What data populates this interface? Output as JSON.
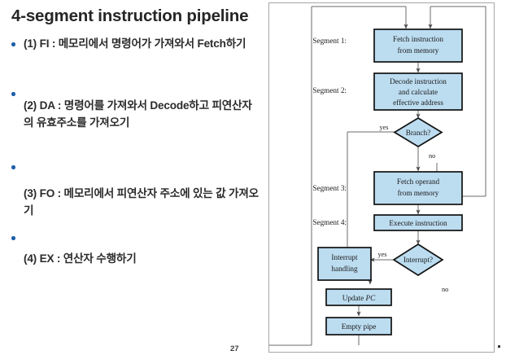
{
  "slide": {
    "title": "4-segment instruction pipeline",
    "page_number": "27",
    "bullets": [
      "(1) FI : 메모리에서 명령어가 가져와서 Fetch하기",
      "(2) DA : 명령어를 가져와서 Decode하고 피연산자의 유효주소를 가져오기",
      "(3) FO : 메모리에서 피연산자 주소에 있는 값 가져오기",
      "(4) EX : 연산자 수행하기"
    ],
    "bullet_color": "#1f5fa9",
    "text_color": "#2b2b2b"
  },
  "diagram": {
    "name": "4-segment-instruction-pipeline-flowchart",
    "box_fill": "#bcdcf0",
    "box_stroke": "#111111",
    "line_color": "#6b6b6b",
    "frame_border": "#a6a6a6",
    "segment_labels": [
      "Segment 1:",
      "Segment 2:",
      "Segment 3:",
      "Segment 4:"
    ],
    "nodes": [
      {
        "id": "fetch-instruction",
        "type": "process",
        "lines": [
          "Fetch instruction",
          "from memory"
        ]
      },
      {
        "id": "decode-instruction",
        "type": "process",
        "lines": [
          "Decode instruction",
          "and calculate",
          "effective address"
        ]
      },
      {
        "id": "branch-decision",
        "type": "decision",
        "lines": [
          "Branch?"
        ]
      },
      {
        "id": "fetch-operand",
        "type": "process",
        "lines": [
          "Fetch operand",
          "from memory"
        ]
      },
      {
        "id": "execute-instruction",
        "type": "process",
        "lines": [
          "Execute instruction"
        ]
      },
      {
        "id": "interrupt-decision",
        "type": "decision",
        "lines": [
          "Interrupt?"
        ]
      },
      {
        "id": "interrupt-handling",
        "type": "process",
        "lines": [
          "Interrupt",
          "handling"
        ]
      },
      {
        "id": "update-pc",
        "type": "process",
        "lines": [
          "Update ",
          "PC"
        ]
      },
      {
        "id": "empty-pipe",
        "type": "process",
        "lines": [
          "Empty pipe"
        ]
      }
    ],
    "edge_labels": {
      "branch_yes": "yes",
      "branch_no": "no",
      "interrupt_yes": "yes",
      "interrupt_no": "no"
    }
  }
}
